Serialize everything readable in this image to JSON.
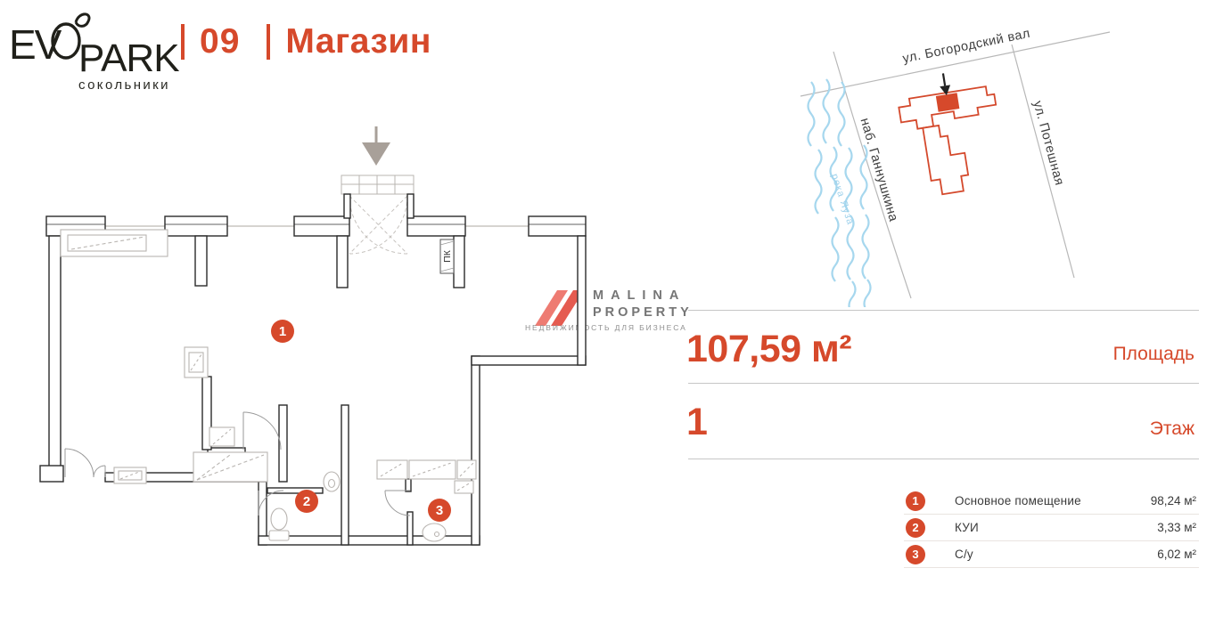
{
  "header": {
    "logo_ev": "EV",
    "logo_park": "PARK",
    "logo_subtitle": "сокольники",
    "unit_number": "09",
    "unit_type": "Магазин"
  },
  "map": {
    "street_top": "ул. Богородский вал",
    "street_right": "ул. Потешная",
    "embankment": "наб. Ганнушкина",
    "river": "река Яуза"
  },
  "plan": {
    "pk_label": "ПК",
    "rooms": [
      {
        "num": "1"
      },
      {
        "num": "2"
      },
      {
        "num": "3"
      }
    ]
  },
  "watermark": {
    "brand_line1": "MALINA",
    "brand_line2": "PROPERTY",
    "tagline": "НЕДВИЖИМОСТЬ ДЛЯ БИЗНЕСА"
  },
  "info": {
    "area_value": "107,59 м²",
    "area_label": "Площадь",
    "floor_value": "1",
    "floor_label": "Этаж"
  },
  "legend": {
    "rows": [
      {
        "num": "1",
        "label": "Основное помещение",
        "value": "98,24 м²"
      },
      {
        "num": "2",
        "label": "КУИ",
        "value": "3,33 м²"
      },
      {
        "num": "3",
        "label": "С/у",
        "value": "6,02 м²"
      }
    ]
  },
  "colors": {
    "accent": "#d6492b",
    "river_blue": "#a6d7ee",
    "logo_salmon": "#ee7b72"
  }
}
